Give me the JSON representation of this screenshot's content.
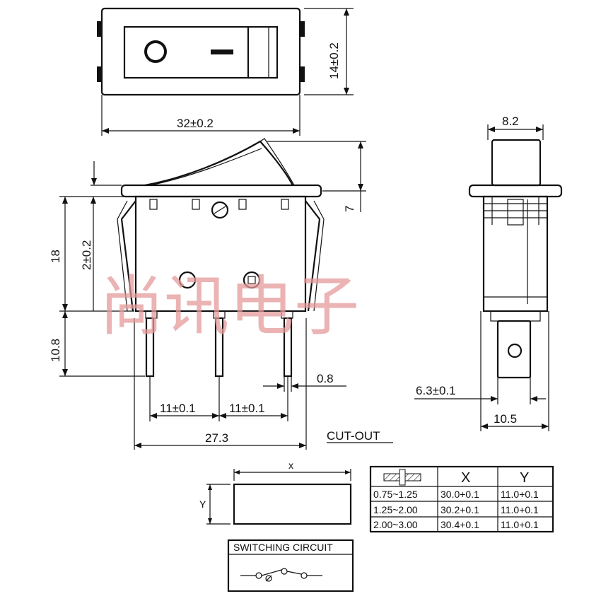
{
  "dimensions": {
    "top_height": "14±0.2",
    "top_width": "32±0.2",
    "side_width": "8.2",
    "rocker_height": "7",
    "body_height": "18",
    "flange": "2±0.2",
    "pin_length": "10.8",
    "pin_spacing_1": "11±0.1",
    "pin_spacing_2": "11±0.1",
    "pin_thickness": "0.8",
    "overall_width": "27.3",
    "terminal_width": "6.3±0.1",
    "side_depth": "10.5"
  },
  "rocker_symbols": {
    "off": "O",
    "on": "—"
  },
  "cutout": {
    "title": "CUT-OUT",
    "x_label": "x",
    "y_label": "Y"
  },
  "cutout_table": {
    "headers": [
      "",
      "X",
      "Y"
    ],
    "rows": [
      [
        "0.75~1.25",
        "30.0+0.1",
        "11.0+0.1"
      ],
      [
        "1.25~2.00",
        "30.2+0.1",
        "11.0+0.1"
      ],
      [
        "2.00~3.00",
        "30.4+0.1",
        "11.0+0.1"
      ]
    ]
  },
  "circuit": {
    "title": "SWITCHING CIRCUIT"
  },
  "watermark": "尚讯电子"
}
